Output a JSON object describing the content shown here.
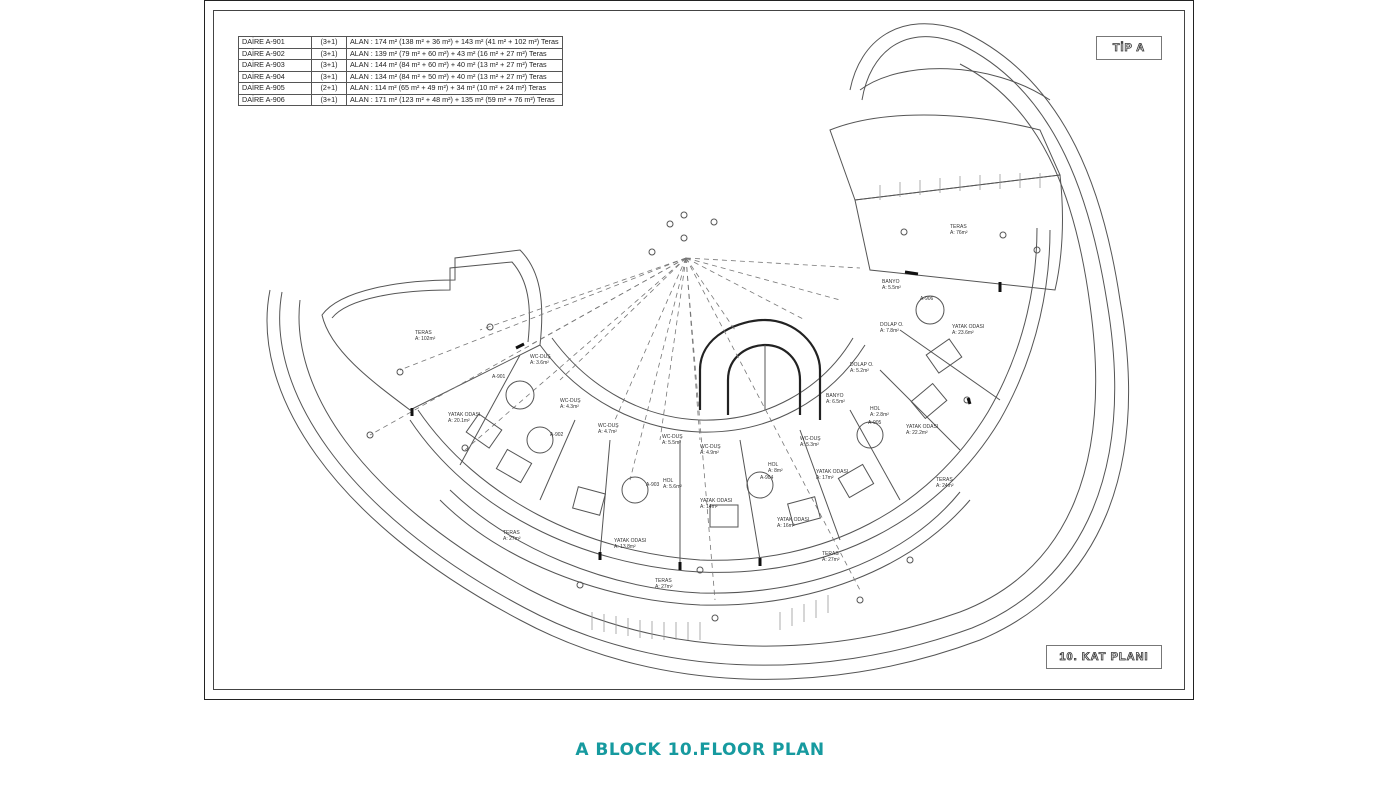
{
  "area_table": {
    "rows": [
      {
        "unit": "DAİRE A-901",
        "type": "(3+1)",
        "area": "ALAN :  174 m² (138 m² + 36 m²) + 143 m² (41 m² + 102 m²) Teras"
      },
      {
        "unit": "DAİRE A-902",
        "type": "(3+1)",
        "area": "ALAN :  139 m² (79 m² + 60 m²) + 43 m² (16 m² + 27 m²) Teras"
      },
      {
        "unit": "DAİRE A-903",
        "type": "(3+1)",
        "area": "ALAN :  144 m² (84 m² + 60 m²) + 40 m² (13 m² + 27 m²) Teras"
      },
      {
        "unit": "DAİRE A-904",
        "type": "(3+1)",
        "area": "ALAN :  134 m² (84 m² + 50 m²) + 40 m² (13 m² + 27 m²) Teras"
      },
      {
        "unit": "DAİRE A-905",
        "type": "(2+1)",
        "area": "ALAN :  114 m² (65 m² + 49 m²) + 34 m² (10 m² + 24 m²) Teras"
      },
      {
        "unit": "DAİRE A-906",
        "type": "(3+1)",
        "area": "ALAN :  171 m² (123 m² + 48 m²) + 135 m² (59 m² + 76 m²) Teras"
      }
    ]
  },
  "stamps": {
    "type_label": "TİP A",
    "floor_label": "10. KAT PLANI"
  },
  "caption": "A BLOCK 10.FLOOR PLAN",
  "room_labels": [
    {
      "name": "TERAS",
      "area": "A: 102m²"
    },
    {
      "name": "WC-DUŞ",
      "area": "A: 3.6m²"
    },
    {
      "name": "A-901",
      "area": ""
    },
    {
      "name": "YATAK ODASI",
      "area": "A: 20.1m²"
    },
    {
      "name": "WC-DUŞ",
      "area": "A: 4.3m²"
    },
    {
      "name": "A-902",
      "area": ""
    },
    {
      "name": "WC-DUŞ",
      "area": "A: 4.7m²"
    },
    {
      "name": "WC-DUŞ",
      "area": "A: 5.5m²"
    },
    {
      "name": "WC-DUŞ",
      "area": "A: 4.9m²"
    },
    {
      "name": "A-903",
      "area": ""
    },
    {
      "name": "HOL",
      "area": "A: 5.6m²"
    },
    {
      "name": "YATAK ODASI",
      "area": "A: 13.8m²"
    },
    {
      "name": "YATAK ODASI",
      "area": "A: 14m²"
    },
    {
      "name": "HOL",
      "area": "A: 8m²"
    },
    {
      "name": "A-904",
      "area": ""
    },
    {
      "name": "YATAK ODASI",
      "area": "A: 16m²"
    },
    {
      "name": "WC-DUŞ",
      "area": "A: 5.3m²"
    },
    {
      "name": "BANYO",
      "area": "A: 6.5m²"
    },
    {
      "name": "YATAK ODASI",
      "area": "A: 17m²"
    },
    {
      "name": "HOL",
      "area": "A: 2.8m²"
    },
    {
      "name": "A-905",
      "area": ""
    },
    {
      "name": "YATAK ODASI",
      "area": "A: 22.2m²"
    },
    {
      "name": "DOLAP O.",
      "area": "A: 5.2m²"
    },
    {
      "name": "DOLAP O.",
      "area": "A: 7.8m²"
    },
    {
      "name": "BANYO",
      "area": "A: 5.5m²"
    },
    {
      "name": "A-906",
      "area": ""
    },
    {
      "name": "YATAK ODASI",
      "area": "A: 23.6m²"
    },
    {
      "name": "TERAS",
      "area": "A: 76m²"
    },
    {
      "name": "TERAS",
      "area": "A: 24m²"
    },
    {
      "name": "TERAS",
      "area": "A: 27m²"
    },
    {
      "name": "TERAS",
      "area": "A: 27m²"
    },
    {
      "name": "TERAS",
      "area": "A: 27m²"
    }
  ]
}
